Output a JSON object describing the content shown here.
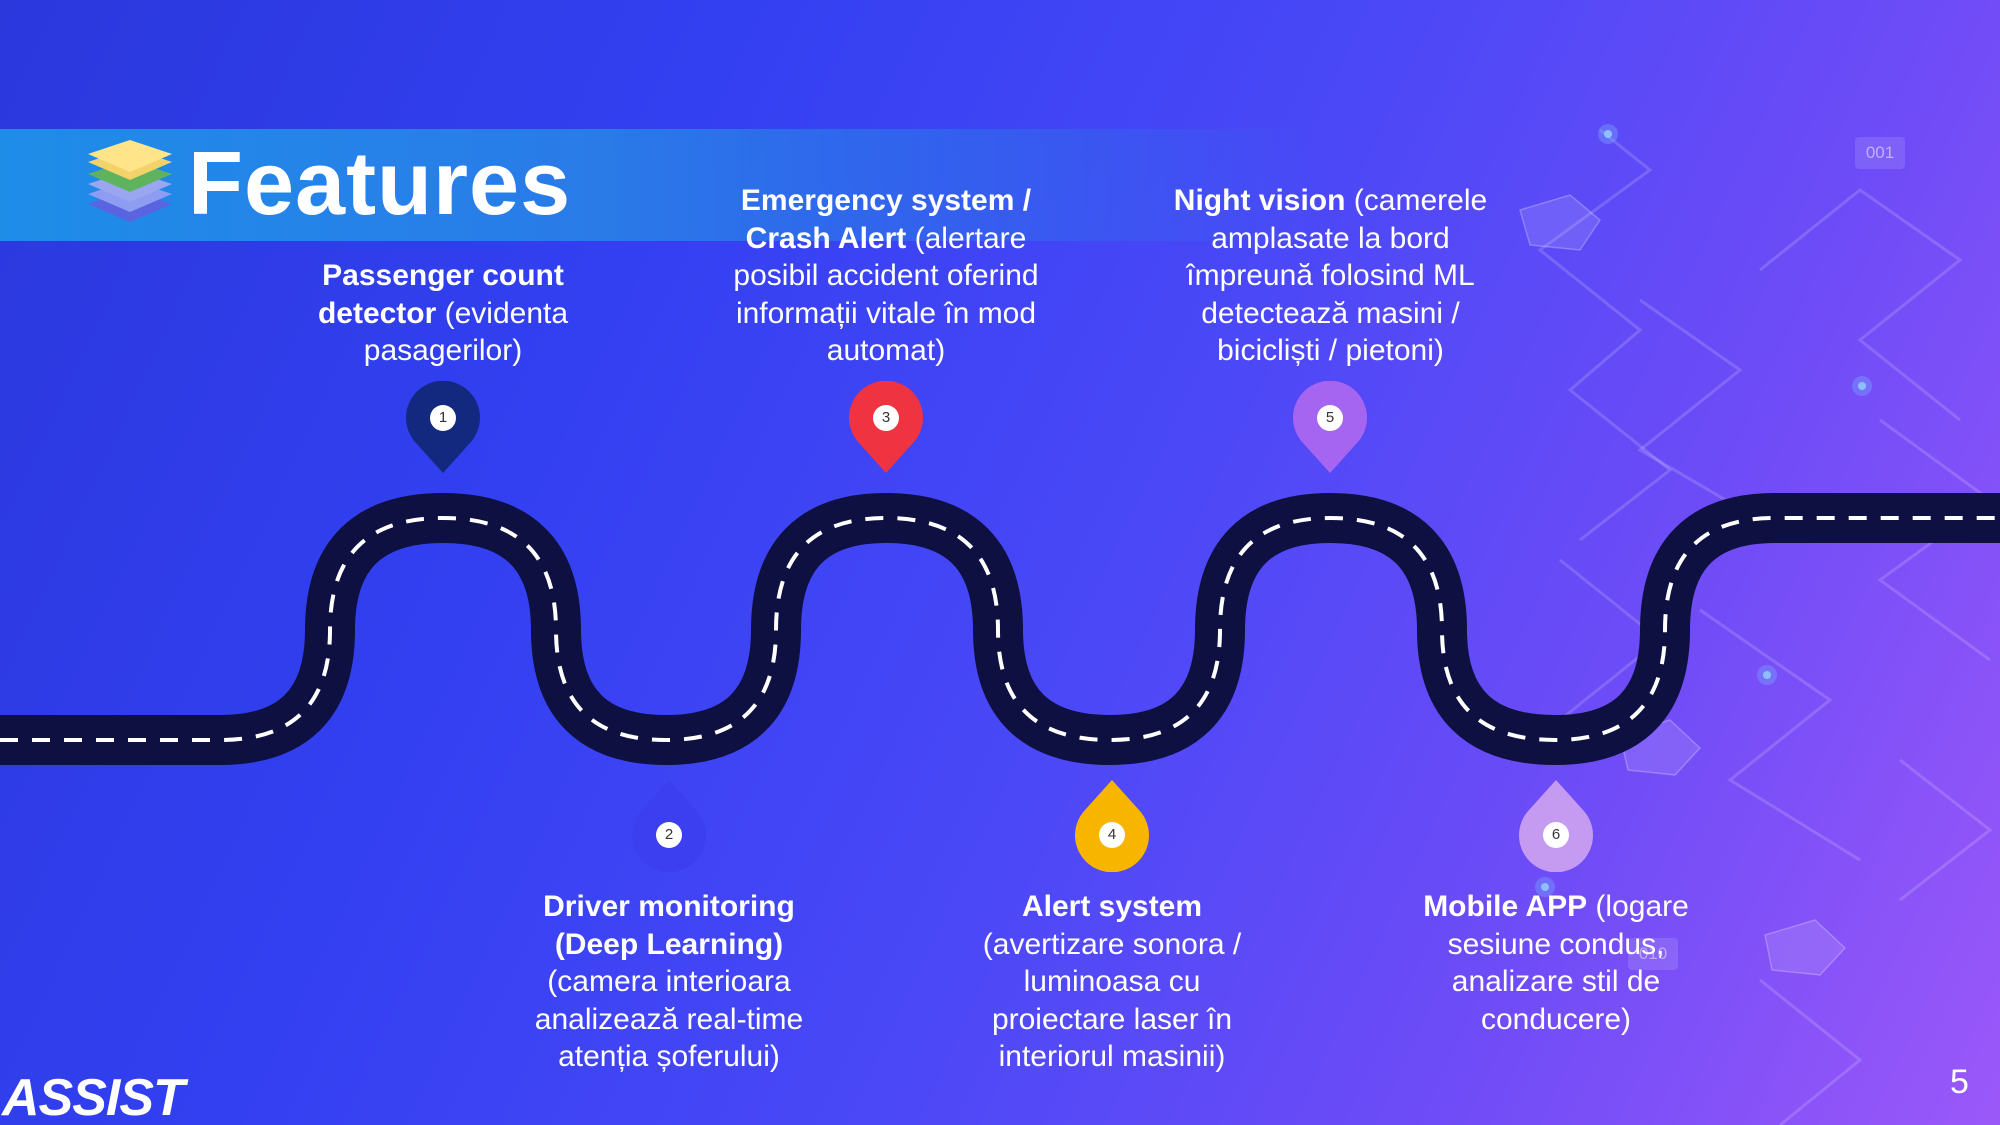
{
  "slide": {
    "title": "Features",
    "brand": "ASSIST",
    "page_number": "5",
    "deco_codes": [
      "001",
      "010"
    ]
  },
  "colors": {
    "pin_1": "#13297f",
    "pin_2": "#3b3fef",
    "pin_3": "#ef3340",
    "pin_4": "#f7b500",
    "pin_5": "#a665f0",
    "pin_6": "#c59bf2",
    "road": "#0d1040"
  },
  "features": [
    {
      "num": "1",
      "bold": "Passenger count detector",
      "text": " (evidenta pasagerilor)"
    },
    {
      "num": "2",
      "bold": "Driver monitoring (Deep Learning)",
      "text": " (camera interioara analizează real-time atenția șoferului)"
    },
    {
      "num": "3",
      "bold": "Emergency system / Crash Alert",
      "text": " (alertare posibil accident oferind informații vitale în mod automat)"
    },
    {
      "num": "4",
      "bold": "Alert system",
      "text": " (avertizare sonora / luminoasa cu proiectare laser în interiorul masinii)"
    },
    {
      "num": "5",
      "bold": "Night vision",
      "text": " (camerele amplasate la bord împreună folosind ML detectează masini / bicicliști / pietoni)"
    },
    {
      "num": "6",
      "bold": "Mobile APP",
      "text": " (logare sesiune condus, analizare stil de conducere)"
    }
  ]
}
